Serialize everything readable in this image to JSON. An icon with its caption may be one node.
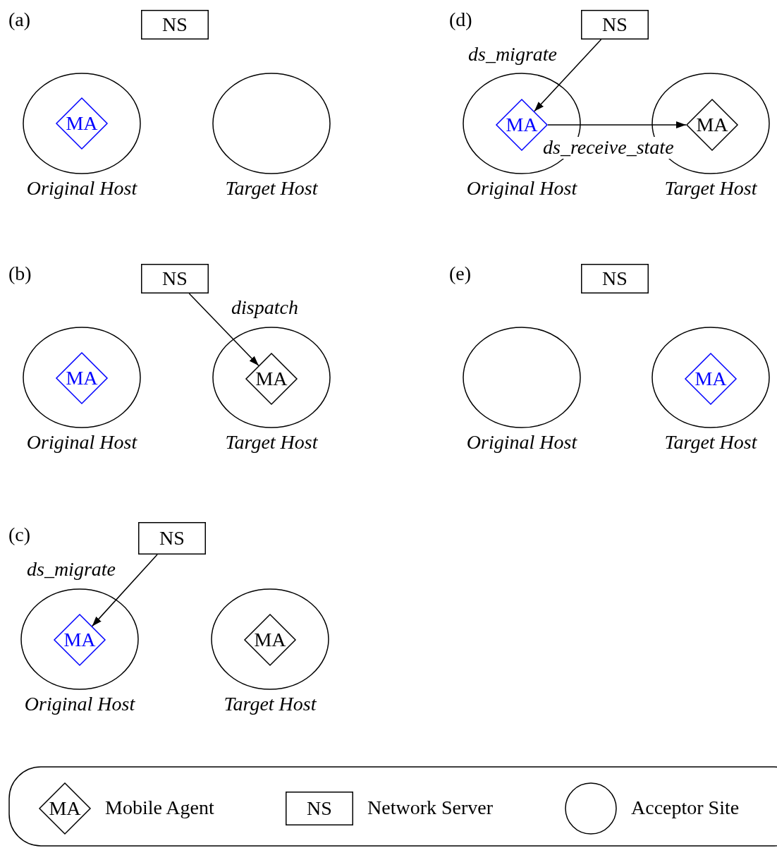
{
  "diagram": {
    "nodes": [
      {
        "text": [
          "NS"
        ]
      },
      {
        "text": [],
        "shape": "circle",
        "beside": [
          "Original Host"
        ]
      },
      {
        "text": [
          "MA"
        ],
        "in": 1
      },
      {
        "text": [],
        "shape": "circle",
        "beside": [
          "Target Host"
        ]
      },
      {
        "text": [
          "NS"
        ]
      },
      {
        "text": [],
        "shape": "circle",
        "beside": [
          "Original Host"
        ]
      },
      {
        "text": [
          "MA"
        ],
        "in": 5
      },
      {
        "text": [],
        "shape": "circle",
        "beside": [
          "Target Host"
        ]
      },
      {
        "text": [
          "MA"
        ],
        "in": 7
      },
      {
        "text": [
          "NS"
        ]
      },
      {
        "text": [],
        "shape": "circle",
        "beside": [
          "Original Host"
        ]
      },
      {
        "text": [
          "MA"
        ],
        "in": 10
      },
      {
        "text": [],
        "shape": "circle",
        "beside": [
          "Target Host"
        ]
      },
      {
        "text": [
          "MA"
        ],
        "in": 12
      },
      {
        "text": [
          "NS"
        ]
      },
      {
        "text": [],
        "shape": "circle",
        "beside": [
          "Original Host"
        ]
      },
      {
        "text": [
          "MA"
        ],
        "in": 15
      },
      {
        "text": [],
        "shape": "circle",
        "beside": [
          "Target Host"
        ]
      },
      {
        "text": [
          "MA"
        ],
        "in": 17
      },
      {
        "text": [
          "NS"
        ]
      },
      {
        "text": [],
        "shape": "circle",
        "beside": [
          "Original Host"
        ]
      },
      {
        "text": [],
        "shape": "circle",
        "beside": [
          "Target Host"
        ]
      },
      {
        "text": [
          "MA"
        ],
        "in": 21
      },
      {
        "text": [],
        "shape": "box"
      },
      {
        "text": [
          "MA"
        ],
        "in": 23,
        "beside": [
          "Mobile Agent"
        ]
      },
      {
        "text": [
          "NS"
        ],
        "in": 23,
        "beside": [
          "Network Server"
        ]
      },
      {
        "text": [],
        "shape": "circle",
        "in": 23,
        "beside": [
          "Acceptor Site"
        ]
      }
    ],
    "edges": [
      {
        "from": 4,
        "to": 8,
        "arrow": "to",
        "label": "dispatch"
      },
      {
        "from": 9,
        "to": 11,
        "arrow": "to",
        "label": "ds_migrate"
      },
      {
        "from": 14,
        "to": 16,
        "arrow": "to",
        "label": "ds_migrate"
      },
      {
        "from": 16,
        "to": 18,
        "arrow": "to",
        "label": "ds_receive_state"
      }
    ],
    "labels": [
      "(a)",
      "(d)",
      "(b)",
      "(e)",
      "(c)"
    ]
  }
}
